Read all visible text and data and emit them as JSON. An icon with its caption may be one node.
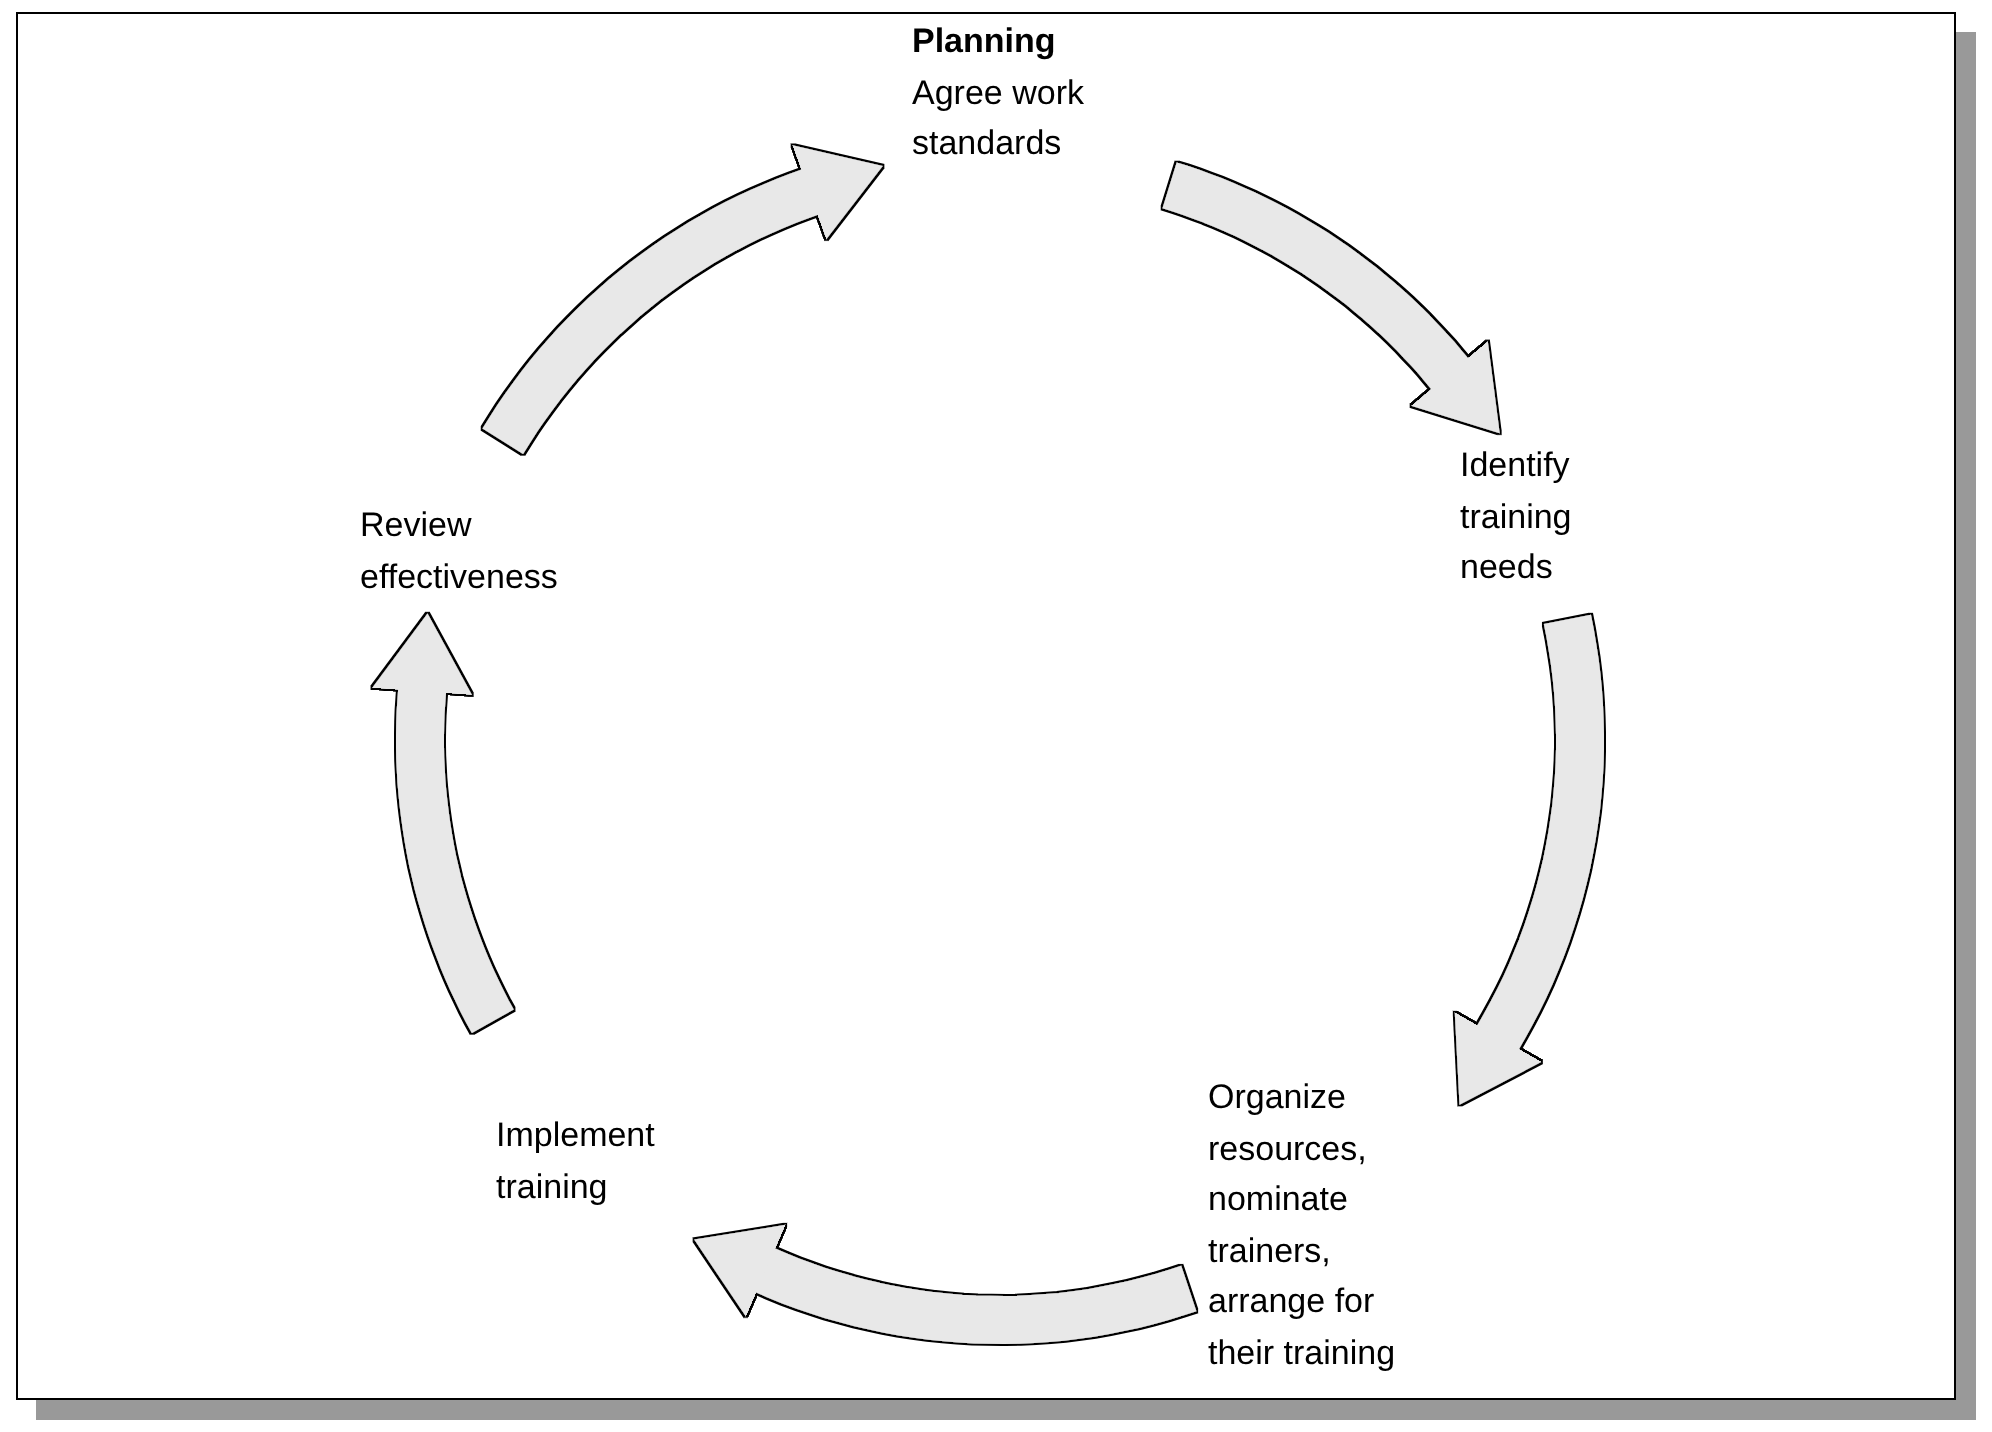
{
  "diagram": {
    "nodes": [
      {
        "text": [
          "Planning",
          "Agree work standards"
        ]
      },
      {
        "text": [
          "Identify training needs"
        ]
      },
      {
        "text": [
          "Organize resources, nominate trainers, arrange for their training"
        ]
      },
      {
        "text": [
          "Implement training"
        ]
      },
      {
        "text": [
          "Review effectiveness"
        ]
      }
    ],
    "edges": [
      {
        "from": 0,
        "to": 1,
        "arrow": "to"
      },
      {
        "from": 1,
        "to": 2,
        "arrow": "to"
      },
      {
        "from": 2,
        "to": 3,
        "arrow": "to"
      },
      {
        "from": 3,
        "to": 4,
        "arrow": "to"
      },
      {
        "from": 4,
        "to": 0,
        "arrow": "to"
      }
    ]
  }
}
